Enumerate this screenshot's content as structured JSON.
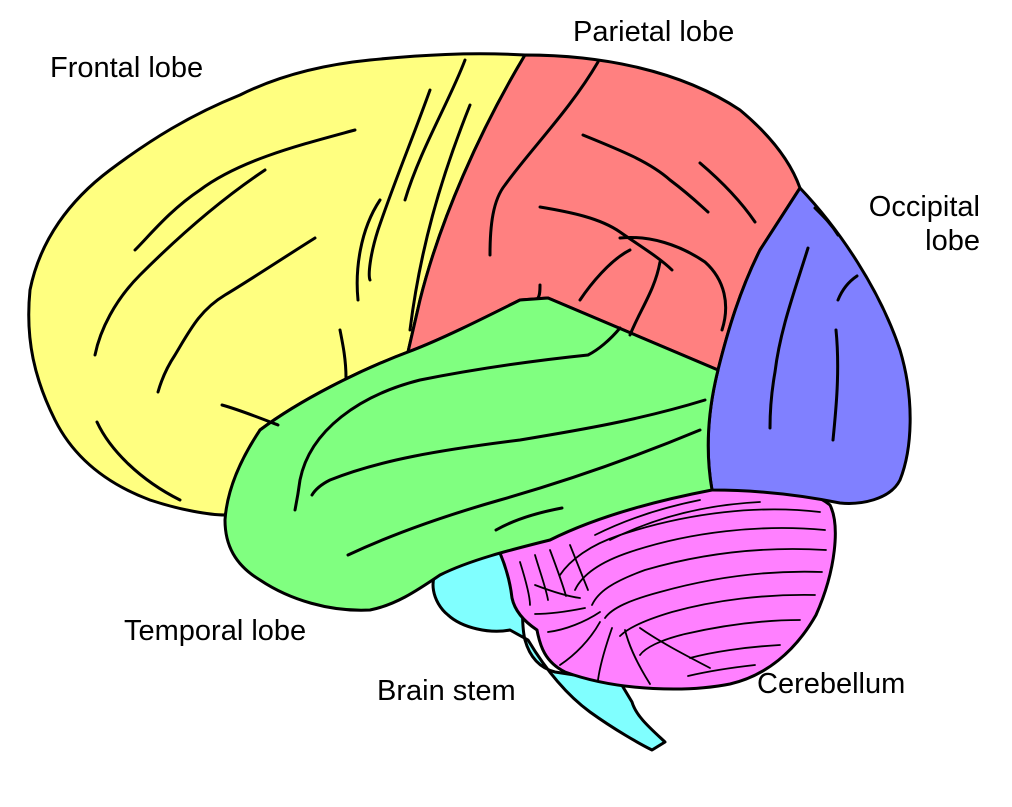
{
  "labels": {
    "frontal": "Frontal lobe",
    "parietal": "Parietal lobe",
    "occipital_line1": "Occipital",
    "occipital_line2": "lobe",
    "temporal": "Temporal lobe",
    "brain_stem": "Brain stem",
    "cerebellum": "Cerebellum"
  },
  "colors": {
    "frontal": "#ffff80",
    "parietal": "#ff8080",
    "occipital": "#8080ff",
    "temporal": "#80ff80",
    "brain_stem": "#80ffff",
    "cerebellum": "#ff80ff",
    "outline": "#000000"
  }
}
